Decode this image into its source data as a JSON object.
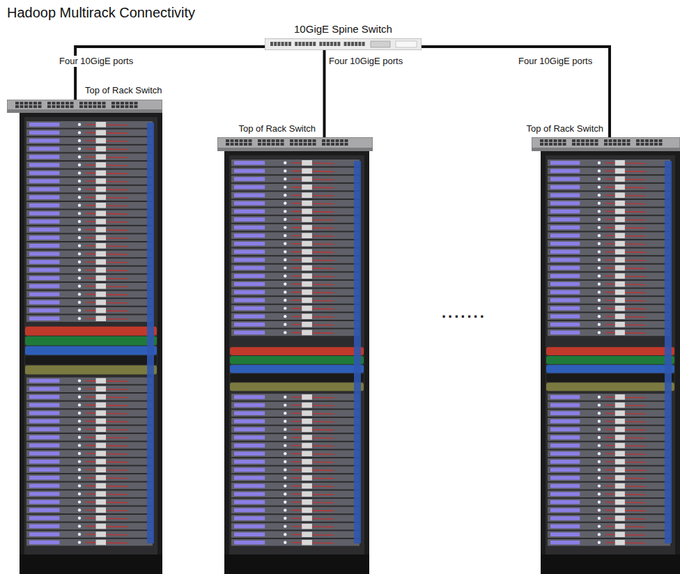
{
  "diagram": {
    "title": "Hadoop Multirack Connectivity",
    "nodes": [
      {
        "text": [
          "10GigE Spine Switch"
        ]
      },
      {
        "text": [
          "Top of Rack Switch"
        ]
      },
      {
        "text": [
          "Top of Rack Switch"
        ]
      },
      {
        "text": [
          "Top of Rack Switch"
        ]
      }
    ],
    "edges": [
      {
        "from": 0,
        "to": 1,
        "arrow": "none",
        "label": "Four 10GigE ports"
      },
      {
        "from": 0,
        "to": 2,
        "arrow": "none",
        "label": "Four 10GigE ports"
      },
      {
        "from": 0,
        "to": 3,
        "arrow": "none",
        "label": "Four 10GigE ports"
      }
    ],
    "labels": [
      "......."
    ]
  }
}
